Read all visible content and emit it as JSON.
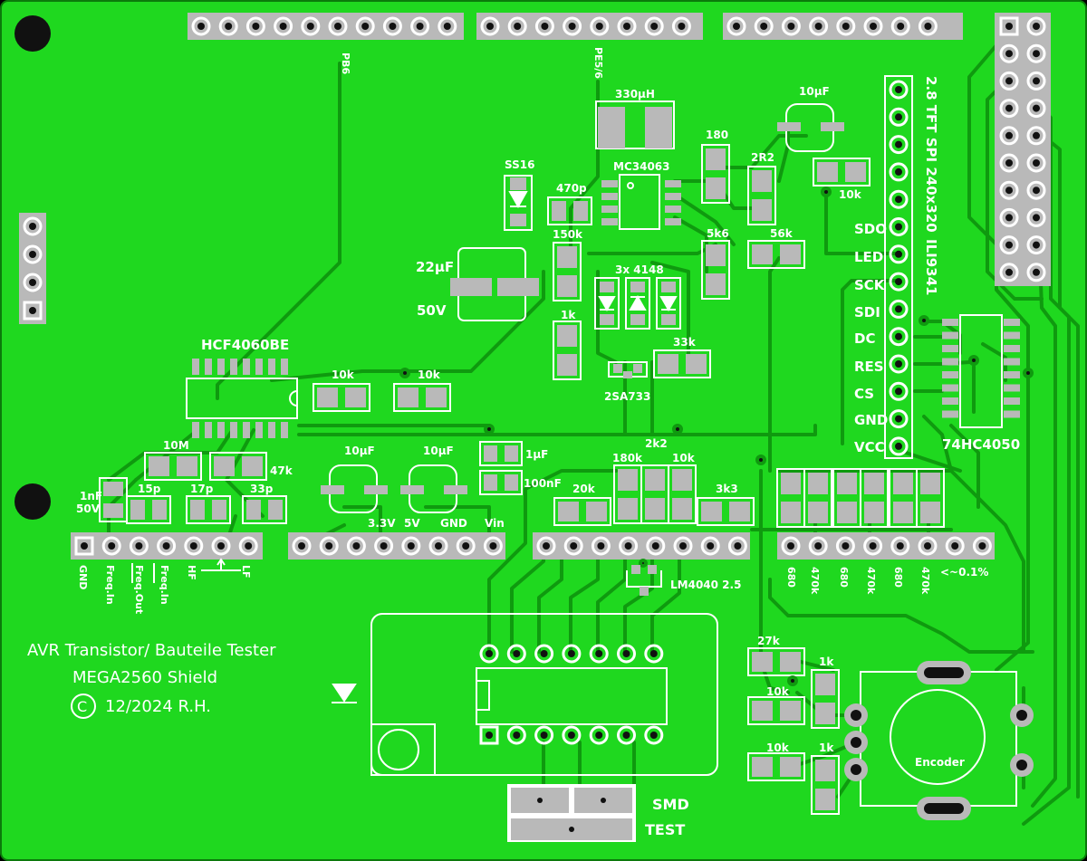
{
  "colors": {
    "board": "#1fd81f",
    "trace": "#109410",
    "silk": "#ffffff",
    "pad": "#b9b9b9",
    "hole": "#111111"
  },
  "labels": {
    "pb6": "PB6",
    "pe56": "PE5/6",
    "l330": "330µH",
    "l10uf_top": "10µF",
    "ss16": "SS16",
    "mc34063": "MC34063",
    "r180": "180",
    "r2r2": "2R2",
    "r10k_tft": "10k",
    "c470p": "470p",
    "r150k": "150k",
    "c22uf": "22µF",
    "c50v": "50V",
    "diodes": "3x 4148",
    "r5k6": "5k6",
    "r56k": "56k",
    "r1k": "1k",
    "r33k": "33k",
    "sa733": "2SA733",
    "hcf": "HCF4060BE",
    "r10k_a": "10k",
    "r10k_b": "10k",
    "tft1": "2.8 TFT SPI 240x320",
    "tft2": "ILI9341",
    "p_sdo": "SDO",
    "p_led": "LED",
    "p_sck": "SCK",
    "p_sdi": "SDI",
    "p_dc": "DC",
    "p_res": "RES",
    "p_cs": "CS",
    "p_gnd": "GND",
    "p_vcc": "VCC",
    "hc4050": "74HC4050",
    "c10m": "10M",
    "r47k": "47k",
    "c1nf": "1nF",
    "c1nf50": "50V",
    "c15p": "15p",
    "c17p": "17p",
    "c33p": "33p",
    "c10u_a": "10µF",
    "c10u_b": "10µF",
    "v33": "3.3V",
    "v5": "5V",
    "vgnd": "GND",
    "vin": "Vin",
    "c1uf": "1µF",
    "c100nf": "100nF",
    "r180k": "180k",
    "r2k2": "2k2",
    "r10k_c": "10k",
    "r20k": "20k",
    "r3k3": "3k3",
    "lm4040": "LM4040 2.5",
    "h_gnd": "GND",
    "h_freqin": "Freq.In",
    "h_freqout": "Freq.Out",
    "h_freqin2": "Freq.In",
    "h_hf": "HF",
    "h_lf": "LF",
    "b680a": "680",
    "b470ka": "470k",
    "b680b": "680",
    "b470kb": "470k",
    "b680c": "680",
    "b470kc": "470k",
    "bpct": "<~0.1%",
    "title1": "AVR Transistor/ Bauteile Tester",
    "title2": "MEGA2560 Shield",
    "title3": "12/2024 R.H.",
    "copy": "C",
    "r27k": "27k",
    "r10k_d": "10k",
    "r10k_e": "10k",
    "r1k_a": "1k",
    "r1k_b": "1k",
    "encoder": "Encoder",
    "smd": "SMD",
    "test": "TEST"
  }
}
